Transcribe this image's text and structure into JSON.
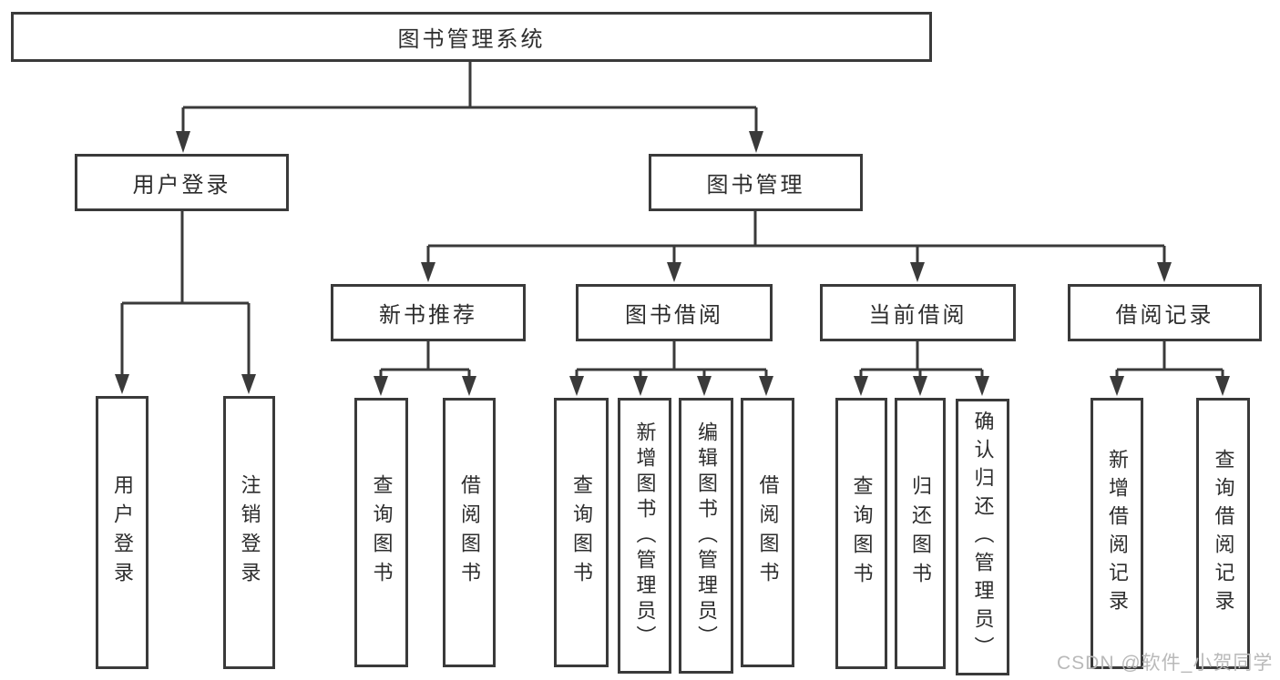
{
  "tree": {
    "label": "图书管理系统",
    "children": [
      {
        "label": "用户登录",
        "children": [
          {
            "label": "用户登录"
          },
          {
            "label": "注销登录"
          }
        ]
      },
      {
        "label": "图书管理",
        "children": [
          {
            "label": "新书推荐",
            "children": [
              {
                "label": "查询图书"
              },
              {
                "label": "借阅图书"
              }
            ]
          },
          {
            "label": "图书借阅",
            "children": [
              {
                "label": "查询图书"
              },
              {
                "label": "新增图书（管理员）"
              },
              {
                "label": "编辑图书（管理员）"
              },
              {
                "label": "借阅图书"
              }
            ]
          },
          {
            "label": "当前借阅",
            "children": [
              {
                "label": "查询图书"
              },
              {
                "label": "归还图书"
              },
              {
                "label": "确认归还（管理员）"
              }
            ]
          },
          {
            "label": "借阅记录",
            "children": [
              {
                "label": "新增借阅记录"
              },
              {
                "label": "查询借阅记录"
              }
            ]
          }
        ]
      }
    ]
  },
  "watermark": {
    "text": "CSDN @软件_小贺同学",
    "color": "#b9b9b9"
  },
  "colors": {
    "line": "#3a3a3a",
    "node_border": "#3a3a3a",
    "node_text": "#2d2d2d",
    "background": "#ffffff"
  }
}
